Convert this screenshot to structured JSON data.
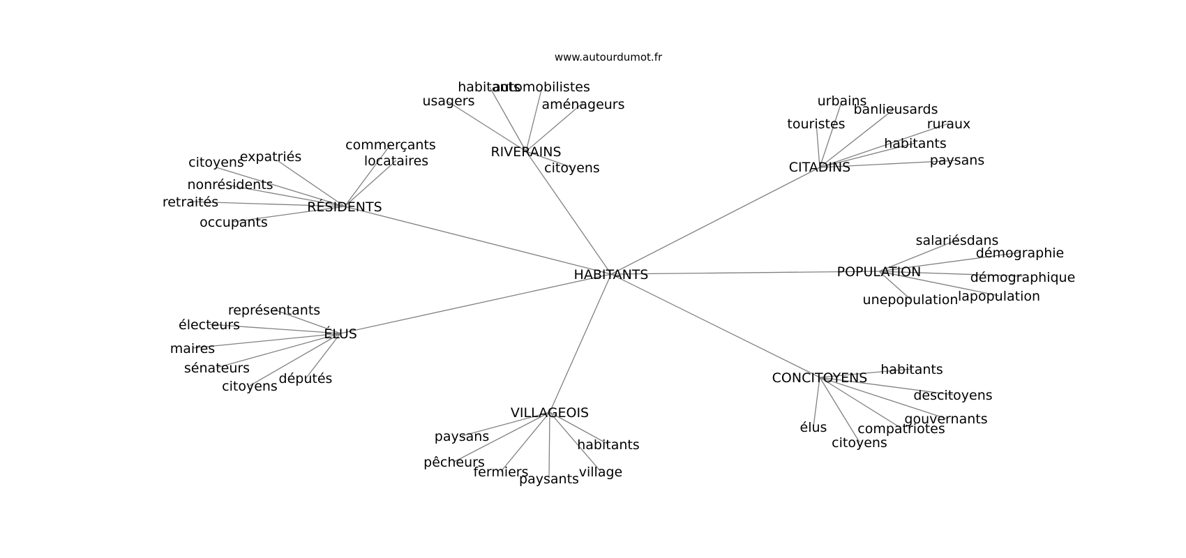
{
  "header": {
    "site": "www.autourdumot.fr"
  },
  "graph": {
    "center": "HABITANTS",
    "groups": [
      {
        "hub": "RÉSIDENTS",
        "words": [
          "expatriés",
          "citoyens",
          "nonrésidents",
          "retraités",
          "occupants",
          "commerçants",
          "locataires"
        ]
      },
      {
        "hub": "RIVERAINS",
        "words": [
          "habitants",
          "automobilistes",
          "usagers",
          "aménageurs",
          "citoyens"
        ]
      },
      {
        "hub": "CITADINS",
        "words": [
          "urbains",
          "banlieusards",
          "touristes",
          "ruraux",
          "habitants",
          "paysans"
        ]
      },
      {
        "hub": "POPULATION",
        "words": [
          "salariésdans",
          "démographie",
          "démographique",
          "lapopulation",
          "unepopulation"
        ]
      },
      {
        "hub": "ÉLUS",
        "words": [
          "représentants",
          "électeurs",
          "maires",
          "sénateurs",
          "citoyens",
          "députés"
        ]
      },
      {
        "hub": "VILLAGEOIS",
        "words": [
          "paysans",
          "pêcheurs",
          "fermiers",
          "paysants",
          "village",
          "habitants"
        ]
      },
      {
        "hub": "CONCITOYENS",
        "words": [
          "habitants",
          "descitoyens",
          "gouvernants",
          "compatriotes",
          "citoyens",
          "élus"
        ]
      }
    ]
  }
}
